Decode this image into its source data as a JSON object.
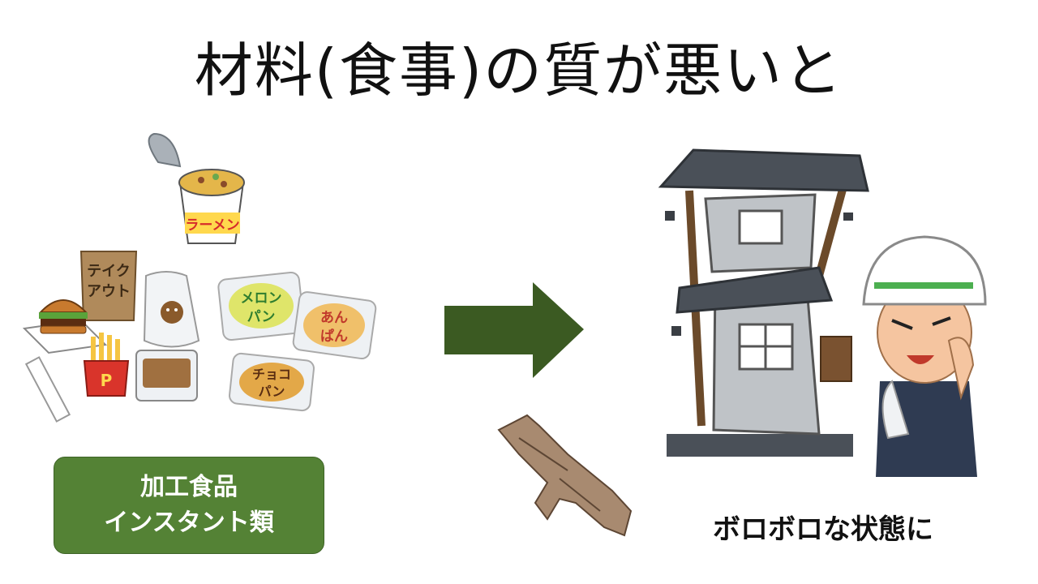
{
  "slide": {
    "title": "材料(食事)の質が悪いと",
    "label_line1": "加工食品",
    "label_line2": "インスタント類",
    "caption": "ボロボロな状態に"
  },
  "food": {
    "ramen": "ラーメン",
    "takeout_1": "テイク",
    "takeout_2": "アウト",
    "melon_1": "メロン",
    "melon_2": "パン",
    "anpan_1": "あん",
    "anpan_2": "ぱん",
    "choco_1": "チョコ",
    "choco_2": "パン",
    "fries_logo": "P"
  },
  "colors": {
    "arrow": "#3b5a22",
    "label_bg": "#548235",
    "roof": "#4a5058"
  }
}
